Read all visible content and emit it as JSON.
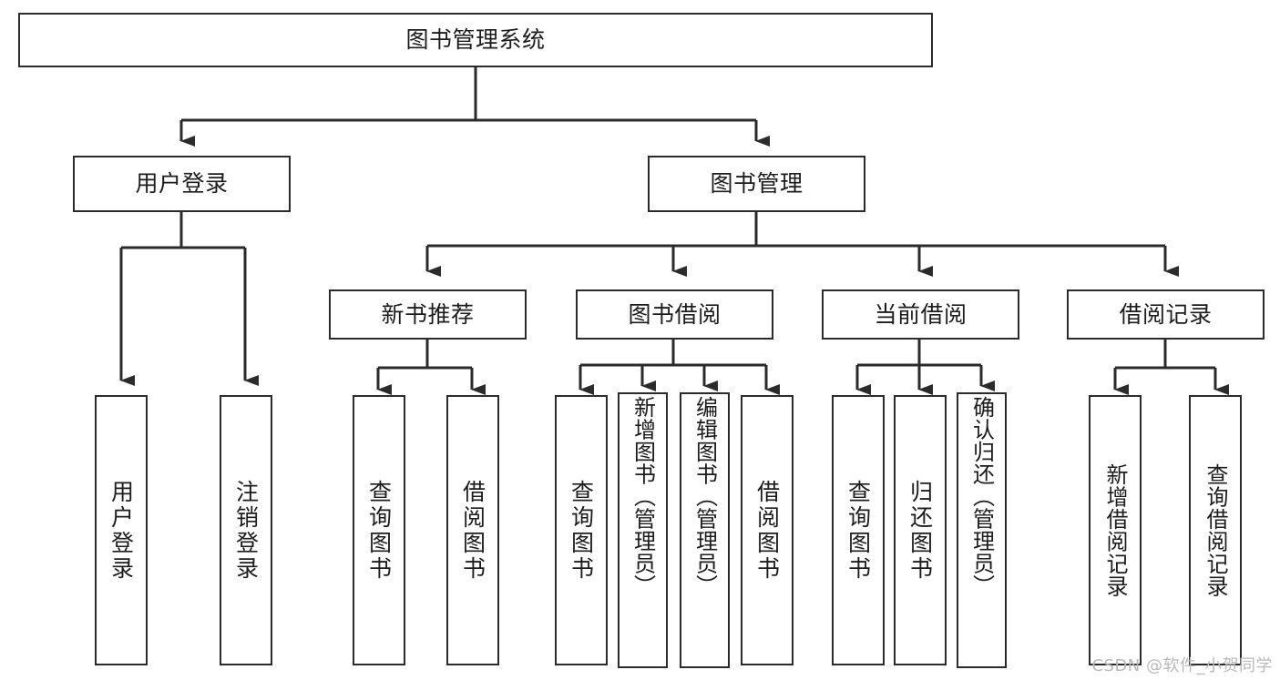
{
  "diagram": {
    "type": "tree",
    "title": "图书管理系统",
    "orientation": "top-down",
    "colors": {
      "box_border": "#2b2b2b",
      "box_fill": "#ffffff",
      "edge": "#2b2b2b",
      "text": "#1c1c1c",
      "watermark": "#b9b9b9",
      "background": "#ffffff"
    }
  },
  "watermark": {
    "text": "CSDN @软件_小贺同学"
  },
  "nodes": {
    "root": {
      "label": "图书管理系统"
    },
    "level1": [
      {
        "label": "用户登录"
      },
      {
        "label": "图书管理"
      }
    ],
    "level2": [
      {
        "label": "新书推荐"
      },
      {
        "label": "图书借阅"
      },
      {
        "label": "当前借阅"
      },
      {
        "label": "借阅记录"
      }
    ],
    "leaves": {
      "user_login": [
        {
          "label": "用户登录"
        },
        {
          "label": "注销登录"
        }
      ],
      "new_book": [
        {
          "label": "查询图书"
        },
        {
          "label": "借阅图书"
        }
      ],
      "book_borrow": [
        {
          "label": "查询图书"
        },
        {
          "label": "新增图书（管理员）"
        },
        {
          "label": "编辑图书（管理员）"
        },
        {
          "label": "借阅图书"
        }
      ],
      "current_borrow": [
        {
          "label": "查询图书"
        },
        {
          "label": "归还图书"
        },
        {
          "label": "确认归还（管理员）"
        }
      ],
      "borrow_record": [
        {
          "label": "新增借阅记录"
        },
        {
          "label": "查询借阅记录"
        }
      ]
    }
  }
}
